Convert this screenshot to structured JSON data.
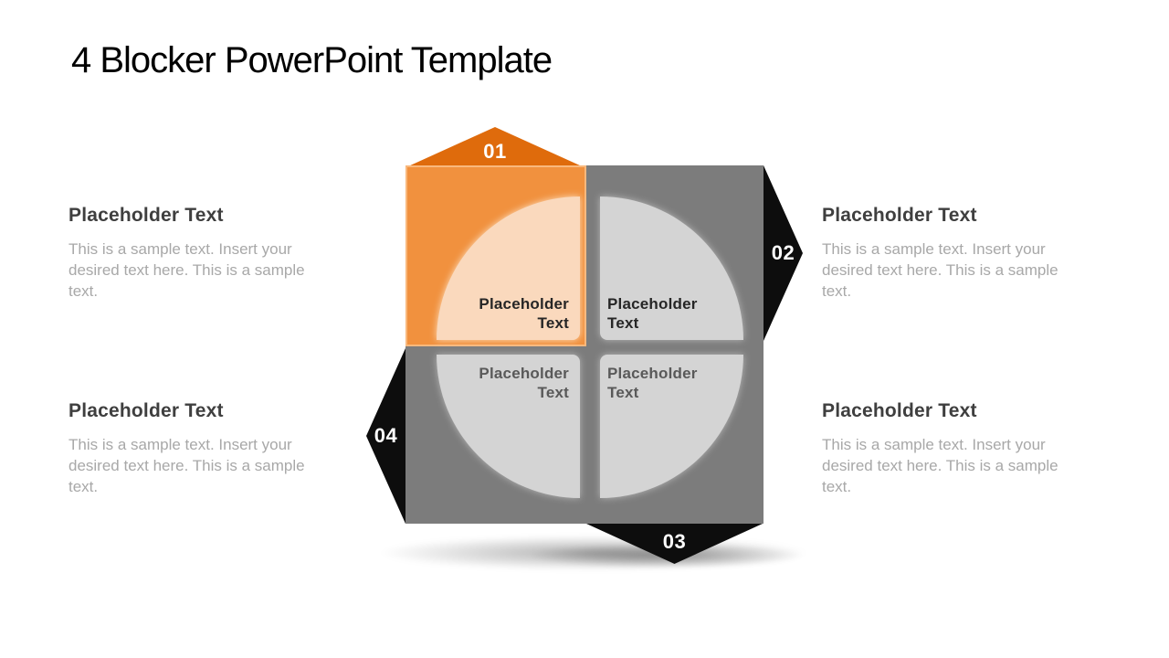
{
  "title": "4 Blocker PowerPoint Template",
  "markers": [
    {
      "label": "01",
      "position": "top"
    },
    {
      "label": "02",
      "position": "right"
    },
    {
      "label": "03",
      "position": "bottom"
    },
    {
      "label": "04",
      "position": "left"
    }
  ],
  "quadrants": [
    {
      "name": "top-left",
      "highlighted": true,
      "label_lines": [
        "Placeholder",
        "Text"
      ]
    },
    {
      "name": "top-right",
      "highlighted": false,
      "label_lines": [
        "Placeholder",
        "Text"
      ]
    },
    {
      "name": "bottom-left",
      "highlighted": false,
      "label_lines": [
        "Placeholder",
        "Text"
      ]
    },
    {
      "name": "bottom-right",
      "highlighted": false,
      "label_lines": [
        "Placeholder",
        "Text"
      ]
    }
  ],
  "text_blocks": [
    {
      "position": "left-top",
      "heading": "Placeholder Text",
      "lines": [
        "This is a sample text. Insert your",
        "desired text here. This is a sample",
        "text."
      ]
    },
    {
      "position": "left-bottom",
      "heading": "Placeholder Text",
      "lines": [
        "This is a sample text. Insert your",
        "desired text here. This is a sample",
        "text."
      ]
    },
    {
      "position": "right-top",
      "heading": "Placeholder Text",
      "lines": [
        "This is a sample text. Insert your",
        "desired text here. This is a sample",
        "text."
      ]
    },
    {
      "position": "right-bottom",
      "heading": "Placeholder Text",
      "lines": [
        "This is a sample text. Insert your",
        "desired text here. This is a sample",
        "text."
      ]
    }
  ],
  "colors": {
    "accent_orange": "#F1913E",
    "accent_orange_dark": "#DF6B0C",
    "peach_disc": "#FAD9BD",
    "gray_square": "#7C7C7C",
    "light_gray_disc": "#D4D4D4",
    "marker_black": "#0D0D0D",
    "heading_gray": "#3F3F3F",
    "body_gray": "#A8A8A8"
  }
}
